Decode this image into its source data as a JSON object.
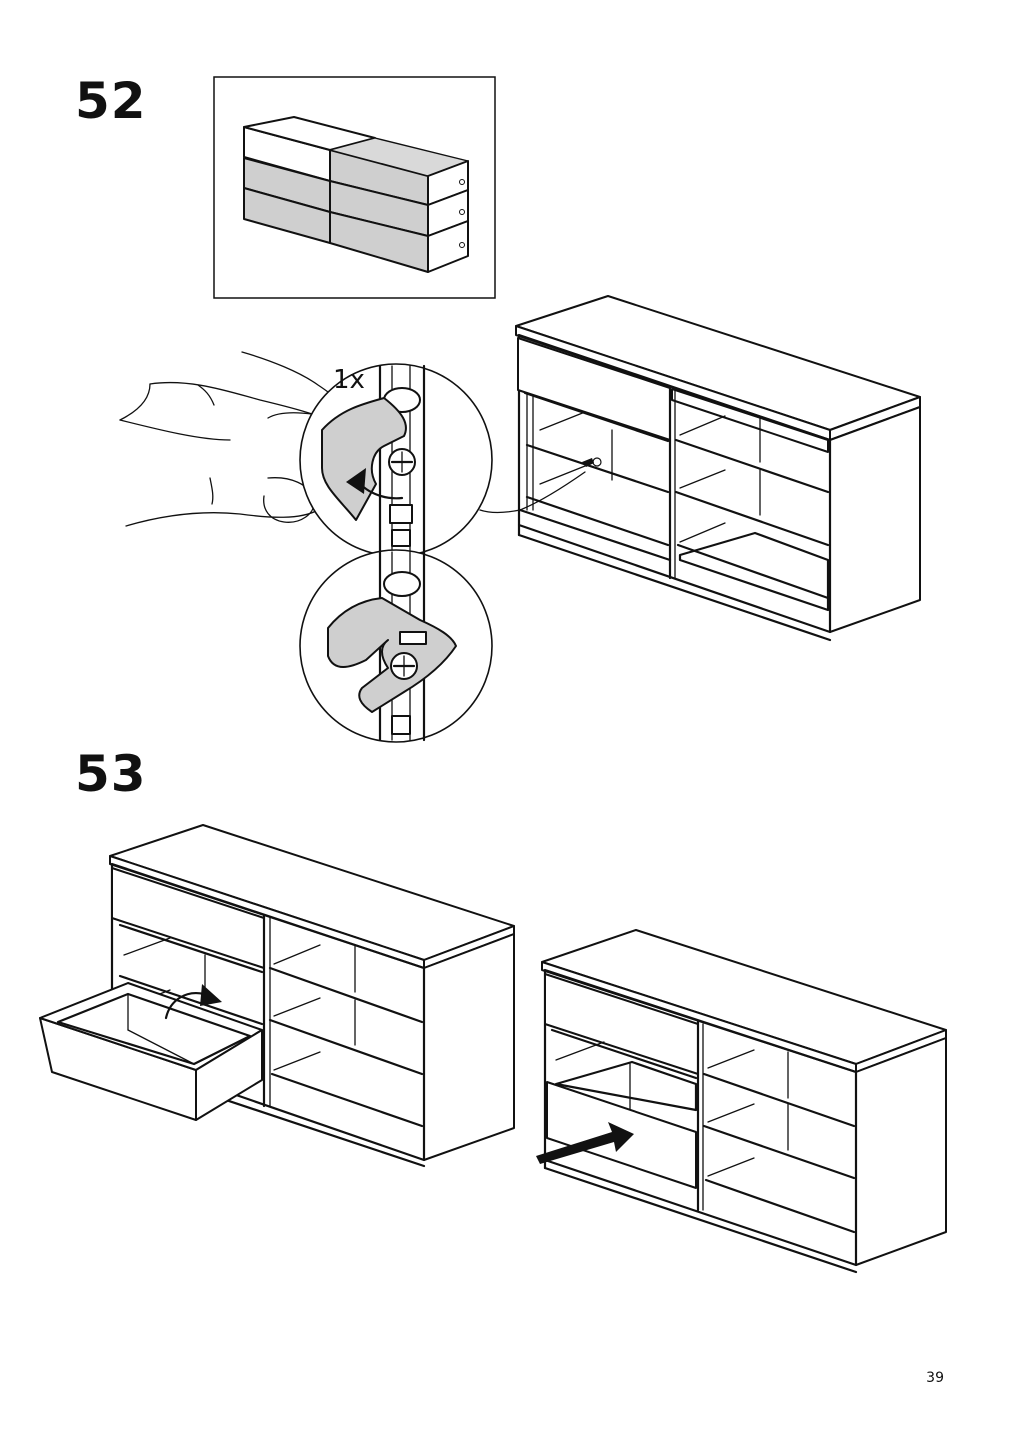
{
  "steps": [
    {
      "number": "52",
      "quantity_label": "1x"
    },
    {
      "number": "53"
    }
  ],
  "page_number": "39",
  "icons": [
    "drawer-stack-icon",
    "hand-icon",
    "drawer-stop-latch-icon",
    "rotate-arrow-icon",
    "push-arrow-icon",
    "dresser-icon"
  ]
}
